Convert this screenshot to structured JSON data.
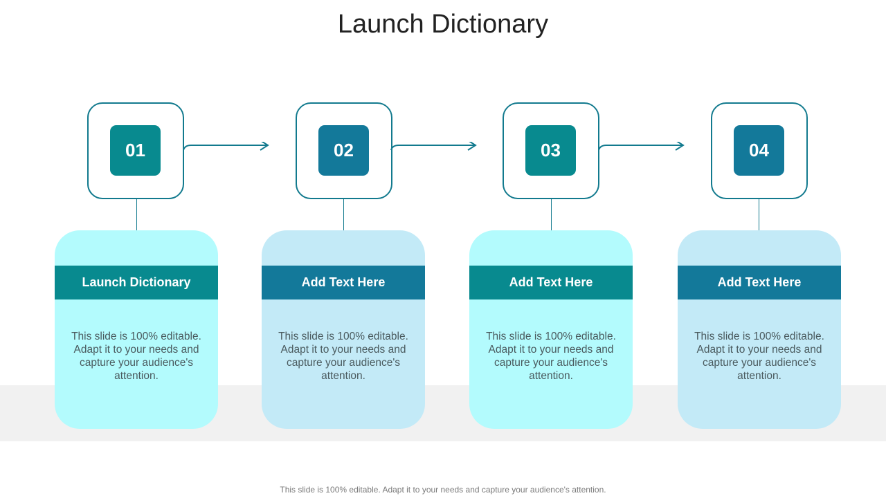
{
  "title": "Launch Dictionary",
  "colors": {
    "teal": "#088a8f",
    "blue": "#13799a",
    "card_light_cyan": "#b3fbfd",
    "card_light_blue": "#c3eaf7",
    "line": "#127a8e",
    "band": "#f1f1f1"
  },
  "steps": [
    {
      "number": "01",
      "heading": "Launch Dictionary",
      "body": "This slide is 100% editable. Adapt it to your needs and capture your audience's attention."
    },
    {
      "number": "02",
      "heading": "Add Text Here",
      "body": "This slide is 100% editable. Adapt it to your needs and capture your audience's attention."
    },
    {
      "number": "03",
      "heading": "Add Text Here",
      "body": "This slide is 100% editable. Adapt it to your needs and capture your audience's attention."
    },
    {
      "number": "04",
      "heading": "Add Text Here",
      "body": "This slide is 100% editable. Adapt it to your needs and capture your audience's attention."
    }
  ],
  "footer": "This slide is 100% editable. Adapt it to your needs and capture your audience's attention."
}
